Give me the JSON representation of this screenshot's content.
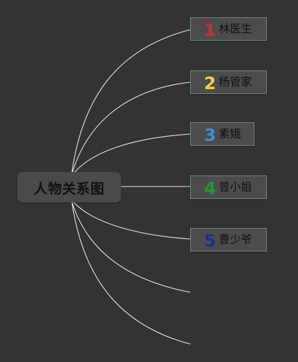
{
  "root": {
    "title": "人物关系图"
  },
  "children": [
    {
      "badge": "1",
      "badge_color": "#d9263a",
      "label": "林医生"
    },
    {
      "badge": "2",
      "badge_color": "#f2cf4c",
      "label": "杨管家"
    },
    {
      "badge": "3",
      "badge_color": "#2f93d6",
      "label": "素娥"
    },
    {
      "badge": "4",
      "badge_color": "#1f9a33",
      "label": "曾小姐"
    },
    {
      "badge": "5",
      "badge_color": "#1f2f8c",
      "label": "曹少爷"
    }
  ],
  "colors": {
    "background": "#333333",
    "connector": "#e8e8e8",
    "node_fill": "#4c4c4c",
    "node_border": "#6f8b80"
  }
}
